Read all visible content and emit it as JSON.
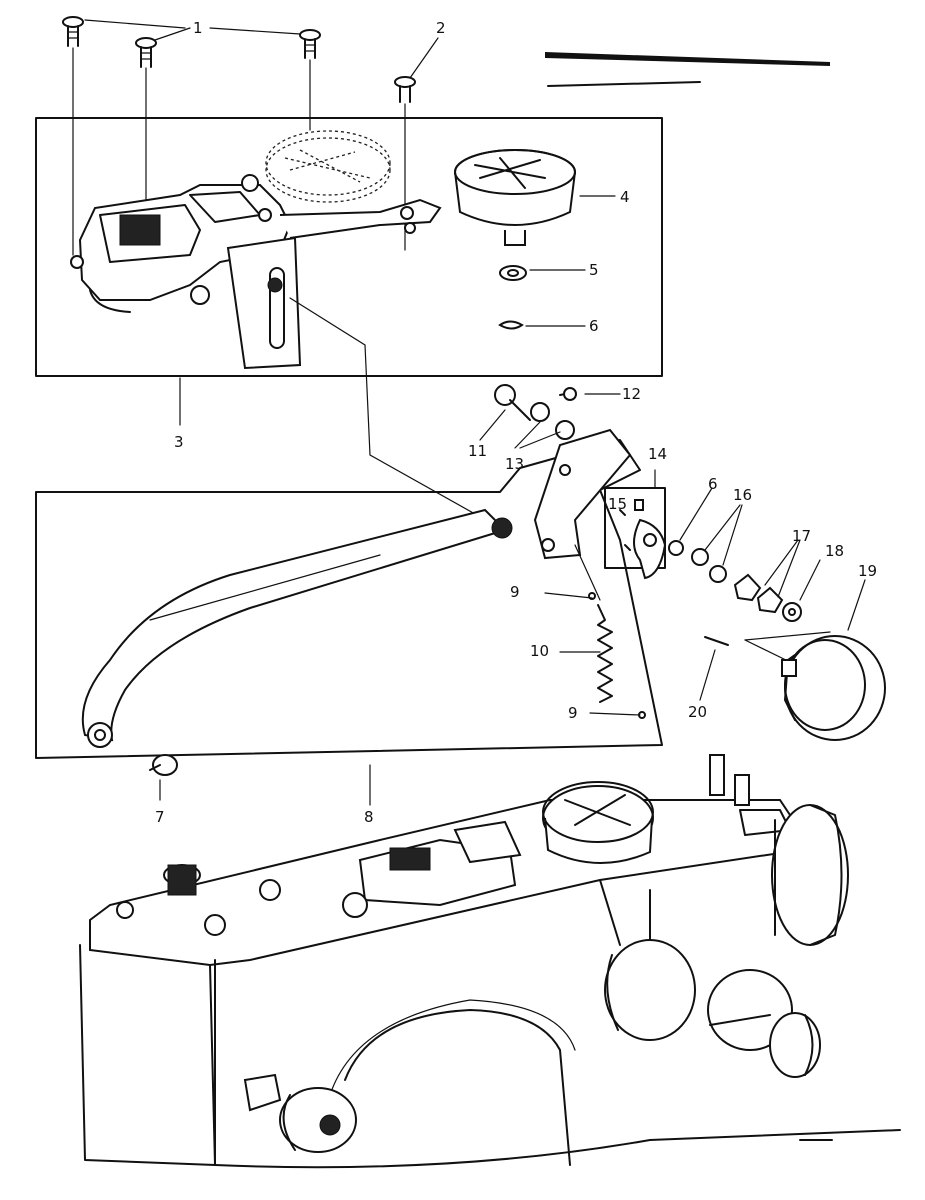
{
  "diagram": {
    "callouts": [
      "1",
      "2",
      "3",
      "4",
      "5",
      "6",
      "7",
      "8",
      "9",
      "10",
      "11",
      "12",
      "13",
      "14",
      "15",
      "16",
      "17",
      "18",
      "19",
      "20"
    ]
  },
  "icons": {
    "screws": "screw-icon",
    "knobs": "knob-icon",
    "spring": "spring-icon"
  }
}
